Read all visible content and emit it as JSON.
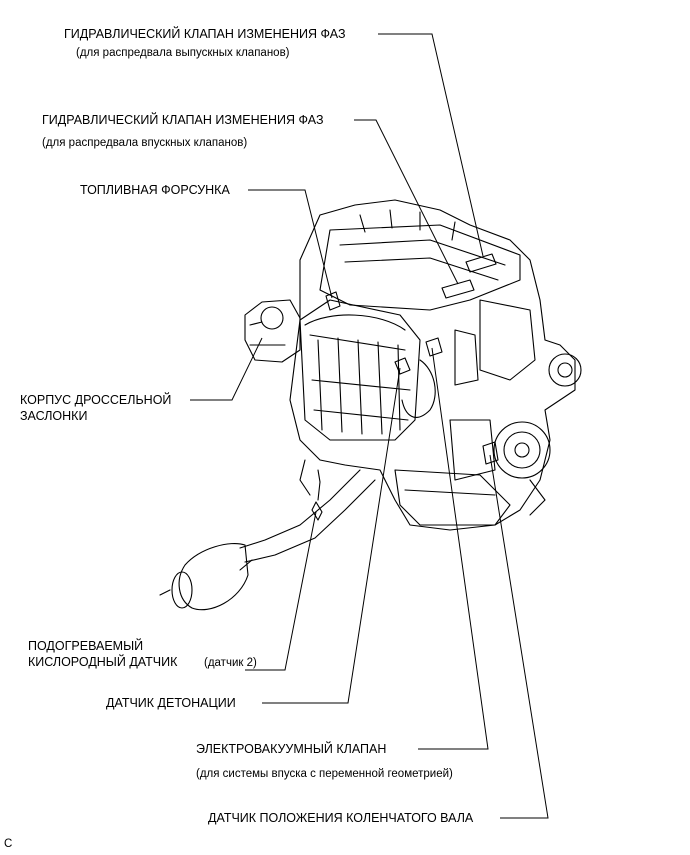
{
  "labels": {
    "exhaust_ocv_title": "ГИДРАВЛИЧЕСКИЙ КЛАПАН ИЗМЕНЕНИЯ ФАЗ",
    "exhaust_ocv_note": "(для распредвала выпускных клапанов)",
    "intake_ocv_title": "ГИДРАВЛИЧЕСКИЙ КЛАПАН ИЗМЕНЕНИЯ ФАЗ",
    "intake_ocv_note": "(для распредвала впускных клапанов)",
    "fuel_injector": "ТОПЛИВНАЯ ФОРСУНКА",
    "throttle_body_line1": "КОРПУС ДРОССЕЛЬНОЙ",
    "throttle_body_line2": "ЗАСЛОНКИ",
    "o2_sensor_line1": "ПОДОГРЕВАЕМЫЙ",
    "o2_sensor_line2": "КИСЛОРОДНЫЙ ДАТЧИК",
    "o2_sensor_note": "(датчик 2)",
    "knock_sensor": "ДАТЧИК ДЕТОНАЦИИ",
    "vsv_title": "ЭЛЕКТРОВАКУУМНЫЙ КЛАПАН",
    "vsv_note": "(для системы впуска с переменной геометрией)",
    "crank_sensor": "ДАТЧИК ПОЛОЖЕНИЯ КОЛЕНЧАТОГО ВАЛА",
    "corner_mark": "C"
  }
}
